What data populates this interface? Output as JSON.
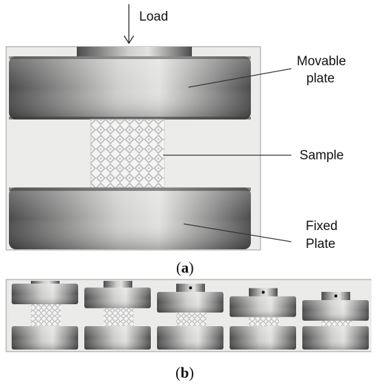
{
  "figure_a": {
    "load_label": "Load",
    "movable_plate_label_line1": "Movable",
    "movable_plate_label_line2": "plate",
    "sample_label": "Sample",
    "fixed_plate_label_line1": "Fixed",
    "fixed_plate_label_line2": "Plate",
    "caption_open": "(",
    "caption_letter": "a",
    "caption_close": ")"
  },
  "figure_b": {
    "caption_open": "(",
    "caption_letter": "b",
    "caption_close": ")",
    "compression_stages": [
      1.0,
      0.82,
      0.62,
      0.42,
      0.25
    ]
  },
  "colors": {
    "background_photo": "#ececea",
    "metal_dark": "#5e5e5e",
    "metal_light": "#d4d4d2",
    "sample": "#f3f3f3",
    "line": "#333333"
  }
}
